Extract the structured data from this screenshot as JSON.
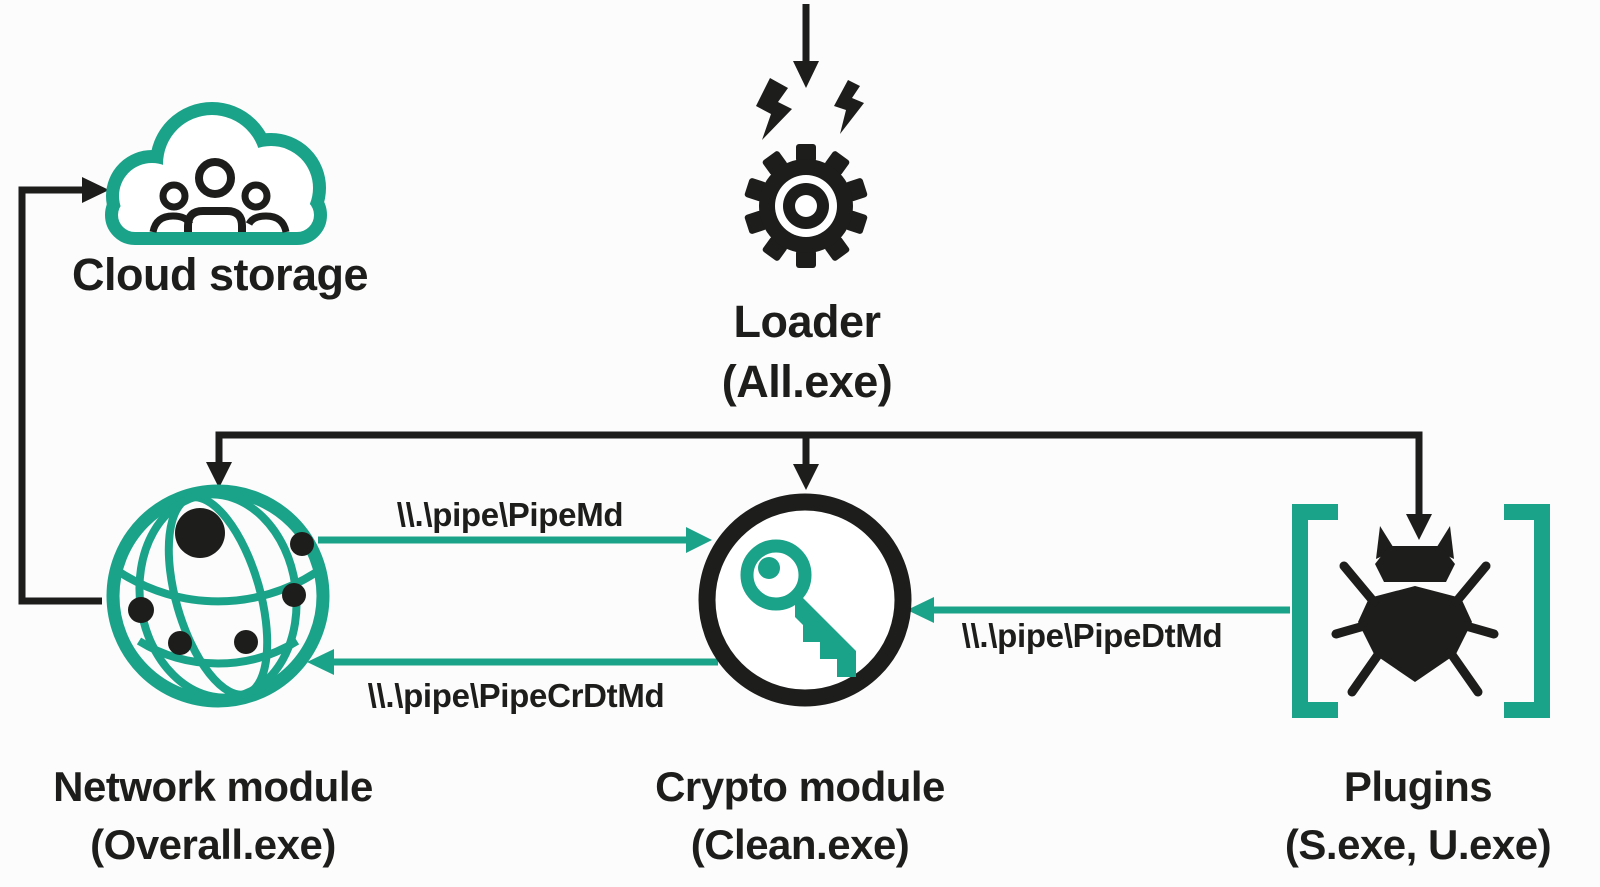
{
  "nodes": {
    "cloud_storage": {
      "label": "Cloud storage"
    },
    "loader": {
      "name": "Loader",
      "file": "(All.exe)"
    },
    "network_module": {
      "name": "Network module",
      "file": "(Overall.exe)"
    },
    "crypto_module": {
      "name": "Crypto module",
      "file": "(Clean.exe)"
    },
    "plugins": {
      "name": "Plugins",
      "file": "(S.exe, U.exe)"
    }
  },
  "pipes": {
    "network_to_crypto": "\\\\.\\pipe\\PipeMd",
    "crypto_to_network": "\\\\.\\pipe\\PipeCrDtMd",
    "plugins_to_crypto": "\\\\.\\pipe\\PipeDtMd"
  },
  "colors": {
    "accent_teal": "#1BA389",
    "ink_black": "#1D1D1B",
    "background": "#FCFCFC"
  }
}
